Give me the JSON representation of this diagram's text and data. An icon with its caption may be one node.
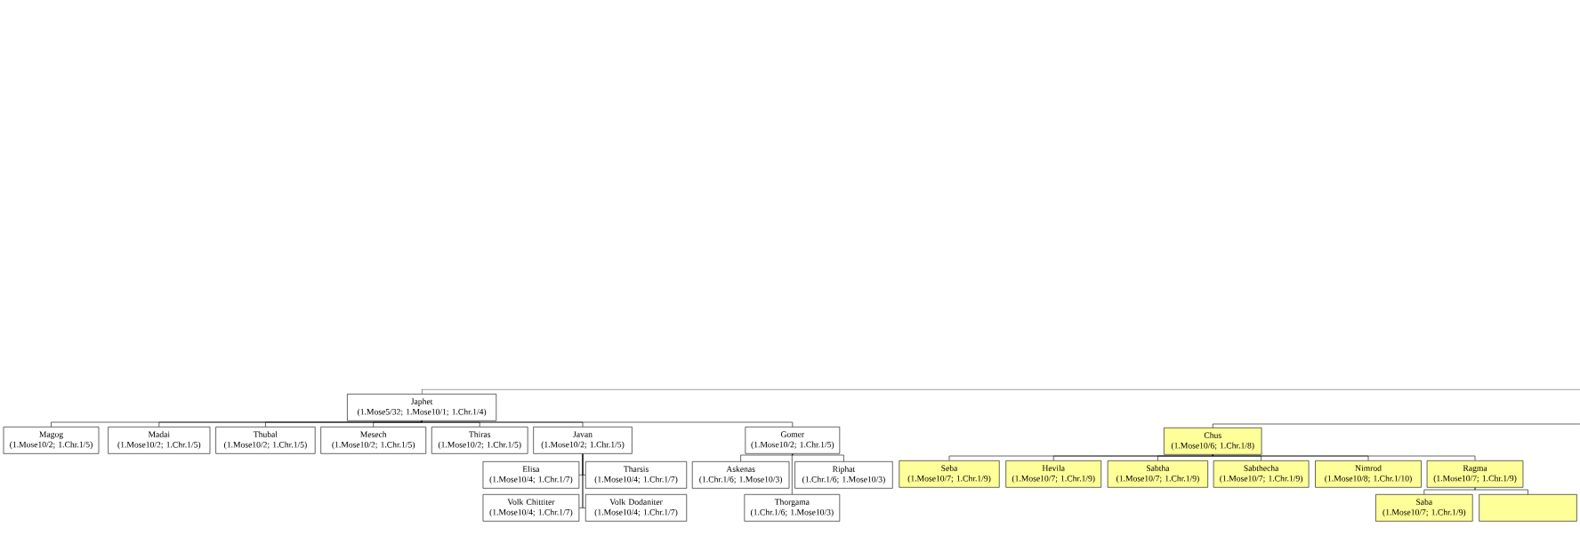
{
  "diagram": {
    "nodes": [
      {
        "text": [
          "Japhet",
          "(1.Mose5/32; 1.Mose10/1; 1.Chr.1/4)"
        ]
      },
      {
        "text": [
          "Magog",
          "(1.Mose10/2; 1.Chr.1/5)"
        ]
      },
      {
        "text": [
          "Madai",
          "(1.Mose10/2; 1.Chr.1/5)"
        ]
      },
      {
        "text": [
          "Thubal",
          "(1.Mose10/2; 1.Chr.1/5)"
        ]
      },
      {
        "text": [
          "Mesech",
          "(1.Mose10/2; 1.Chr.1/5)"
        ]
      },
      {
        "text": [
          "Thiras",
          "(1.Mose10/2; 1.Chr.1/5)"
        ]
      },
      {
        "text": [
          "Javan",
          "(1.Mose10/2; 1.Chr.1/5)"
        ]
      },
      {
        "text": [
          "Gomer",
          "(1.Mose10/2; 1.Chr.1/5)"
        ]
      },
      {
        "text": [
          "Elisa",
          "(1.Mose10/4; 1.Chr.1/7)"
        ]
      },
      {
        "text": [
          "Tharsis",
          "(1.Mose10/4; 1.Chr.1/7)"
        ]
      },
      {
        "text": [
          "Askenas",
          "(1.Chr.1/6; 1.Mose10/3)"
        ]
      },
      {
        "text": [
          "Riphat",
          "(1.Chr.1/6; 1.Mose10/3)"
        ]
      },
      {
        "text": [
          "Volk Chittiter",
          "(1.Mose10/4; 1.Chr.1/7)"
        ]
      },
      {
        "text": [
          "Volk Dodaniter",
          "(1.Mose10/4; 1.Chr.1/7)"
        ]
      },
      {
        "text": [
          "Thorgama",
          "(1.Chr.1/6; 1.Mose10/3)"
        ]
      },
      {
        "text": [
          "Chus",
          "(1.Mose10/6; 1.Chr.1/8)"
        ]
      },
      {
        "text": [
          "Seba",
          "(1.Mose10/7; 1.Chr.1/9)"
        ]
      },
      {
        "text": [
          "Hevila",
          "(1.Mose10/7; 1.Chr.1/9)"
        ]
      },
      {
        "text": [
          "Sabtha",
          "(1.Mose10/7; 1.Chr.1/9)"
        ]
      },
      {
        "text": [
          "Sabthecha",
          "(1.Mose10/7; 1.Chr.1/9)"
        ]
      },
      {
        "text": [
          "Nimrod",
          "(1.Mose10/8; 1.Chr.1/10)"
        ]
      },
      {
        "text": [
          "Ragma",
          "(1.Mose10/7; 1.Chr.1/9)"
        ]
      },
      {
        "text": [
          "Saba",
          "(1.Mose10/7; 1.Chr.1/9)"
        ]
      },
      {
        "text": [],
        "shape": "box"
      }
    ],
    "edges": [
      {
        "from": null,
        "to": 0,
        "arrow": "none"
      },
      {
        "from": 0,
        "to": 1,
        "arrow": "none"
      },
      {
        "from": 0,
        "to": 2,
        "arrow": "none"
      },
      {
        "from": 0,
        "to": 3,
        "arrow": "none"
      },
      {
        "from": 0,
        "to": 4,
        "arrow": "none"
      },
      {
        "from": 0,
        "to": 5,
        "arrow": "none"
      },
      {
        "from": 0,
        "to": 6,
        "arrow": "none"
      },
      {
        "from": 0,
        "to": 7,
        "arrow": "none"
      },
      {
        "from": 6,
        "to": 8,
        "arrow": "none"
      },
      {
        "from": 6,
        "to": 9,
        "arrow": "none"
      },
      {
        "from": 6,
        "to": 12,
        "arrow": "none"
      },
      {
        "from": 6,
        "to": 13,
        "arrow": "none"
      },
      {
        "from": 7,
        "to": 10,
        "arrow": "none"
      },
      {
        "from": 7,
        "to": 11,
        "arrow": "none"
      },
      {
        "from": 7,
        "to": 14,
        "arrow": "none"
      },
      {
        "from": null,
        "to": 15,
        "arrow": "none"
      },
      {
        "from": 15,
        "to": 16,
        "arrow": "none"
      },
      {
        "from": 15,
        "to": 17,
        "arrow": "none"
      },
      {
        "from": 15,
        "to": 18,
        "arrow": "none"
      },
      {
        "from": 15,
        "to": 19,
        "arrow": "none"
      },
      {
        "from": 15,
        "to": 20,
        "arrow": "none"
      },
      {
        "from": 15,
        "to": 21,
        "arrow": "none"
      },
      {
        "from": 21,
        "to": 22,
        "arrow": "none"
      },
      {
        "from": 21,
        "to": 23,
        "arrow": "none"
      }
    ]
  }
}
